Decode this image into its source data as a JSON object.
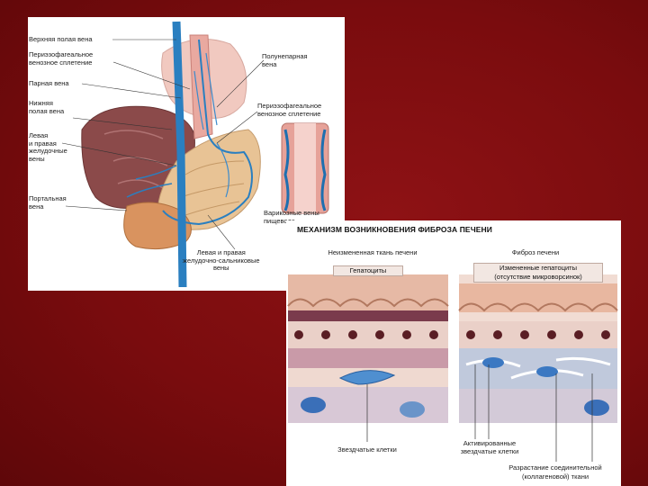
{
  "portal_diagram": {
    "labels": {
      "superior_vena_cava": "Верхняя полая вена",
      "periesophageal_plexus": "Периэзофагеальное\nвенозное сплетение",
      "azygos_vein": "Парная вена",
      "inferior_vena_cava": "Нижняя\nполая вена",
      "gastric_veins": "Левая\nи правая\nжелудочные\nвены",
      "portal_vein": "Портальная\nвена",
      "gastroepiploic_veins": "Левая и правая\nжелудочно-сальниковые\nвены",
      "hemiazygos_vein": "Полунепарная\nвена",
      "periesophageal_plexus_right": "Периэзофагеальное\nвенозное сплетение",
      "varicose_veins": "Варикозные вены\nпищевода"
    }
  },
  "fibrosis_diagram": {
    "title": "МЕХАНИЗМ ВОЗНИКНОВЕНИЯ ФИБРОЗА ПЕЧЕНИ",
    "left_heading": "Неизмененная ткань печени",
    "right_heading": "Фиброз печени",
    "left_cells": "Гепатоциты",
    "right_cells": "Измененные гепатоциты\n(отсутствие микроворсинок)",
    "stellate_cells": "Звездчатые клетки",
    "activated_stellate": "Активированные\nзвездчатые клетки",
    "connective_growth": "Разрастание соединительной\n(коллагеновой) ткани"
  },
  "colors": {
    "background": "#7e0d0f",
    "vein_blue": "#2a7fc0",
    "liver": "#8b4a4a",
    "stomach": "#e4b98a"
  }
}
